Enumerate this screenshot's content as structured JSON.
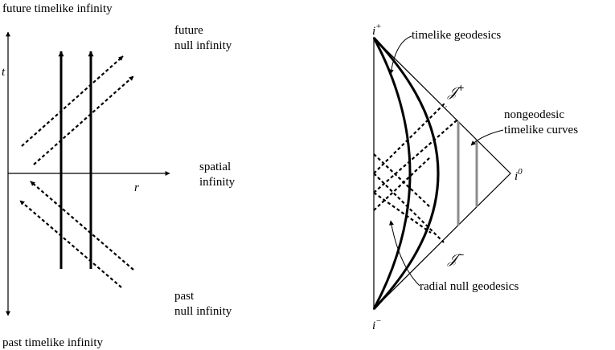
{
  "left_diagram": {
    "labels": {
      "future_timelike": "future timelike infinity",
      "future_null_1": "future",
      "future_null_2": "null infinity",
      "t_axis": "t",
      "spatial_1": "spatial",
      "spatial_2": "infinity",
      "r_axis": "r",
      "past_null_1": "past",
      "past_null_2": "null infinity",
      "past_timelike": "past timelike infinity"
    }
  },
  "right_diagram": {
    "labels": {
      "i_plus_base": "i",
      "i_plus_sup": "+",
      "i_minus_base": "i",
      "i_minus_sup": "−",
      "i_zero_base": "i",
      "i_zero_sup": "0",
      "scri_plus_base": "𝒥",
      "scri_plus_sup": "+",
      "scri_minus_base": "𝒥",
      "scri_minus_sup": "−",
      "timelike_geodesics": "timelike geodesics",
      "nongeodesic_1": "nongeodesic",
      "nongeodesic_2": "timelike curves",
      "radial_null": "radial null geodesics"
    }
  },
  "colors": {
    "ink": "#000000",
    "gray_curves": "#8c8c8c"
  }
}
